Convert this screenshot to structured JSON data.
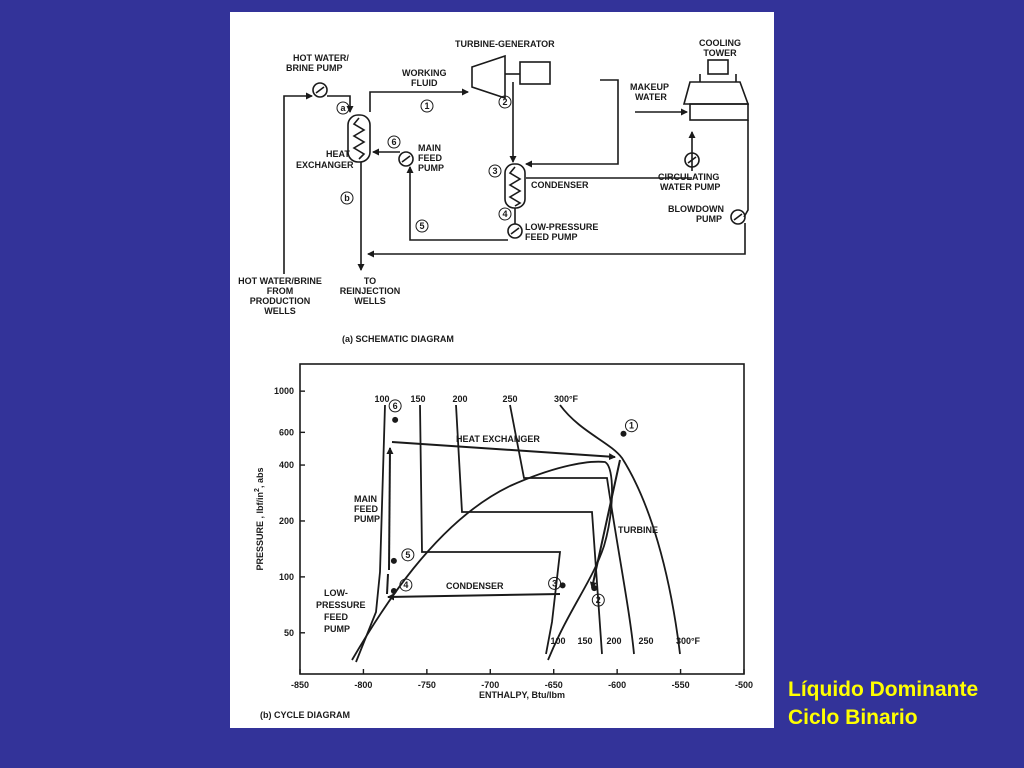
{
  "slide": {
    "caption_line1": "Líquido Dominante",
    "caption_line2": "Ciclo Binario",
    "background": "#333399",
    "caption_color": "#ffff00"
  },
  "schematic": {
    "caption": "(a)   SCHEMATIC DIAGRAM",
    "turbine_generator": "TURBINE-GENERATOR",
    "cooling_tower_1": "COOLING",
    "cooling_tower_2": "TOWER",
    "makeup_water_1": "MAKEUP",
    "makeup_water_2": "WATER",
    "hot_water_pump_1": "HOT WATER/",
    "hot_water_pump_2": "BRINE PUMP",
    "working_fluid_1": "WORKING",
    "working_fluid_2": "FLUID",
    "heat_exchanger_1": "HEAT",
    "heat_exchanger_2": "EXCHANGER",
    "main_feed_pump_1": "MAIN",
    "main_feed_pump_2": "FEED",
    "main_feed_pump_3": "PUMP",
    "condenser": "CONDENSER",
    "circulating_pump_1": "CIRCULATING",
    "circulating_pump_2": "WATER PUMP",
    "blowdown_pump_1": "BLOWDOWN",
    "blowdown_pump_2": "PUMP",
    "lp_feed_pump_1": "LOW-PRESSURE",
    "lp_feed_pump_2": "FEED PUMP",
    "source_1": "HOT WATER/BRINE",
    "source_2": "FROM",
    "source_3": "PRODUCTION",
    "source_4": "WELLS",
    "reinjection_1": "TO",
    "reinjection_2": "REINJECTION",
    "reinjection_3": "WELLS",
    "markers": {
      "a": "a",
      "b": "b",
      "s1": "1",
      "s2": "2",
      "s3": "3",
      "s4": "4",
      "s5": "5",
      "s6": "6"
    }
  },
  "cycle": {
    "caption": "(b)   CYCLE DIAGRAM",
    "xlabel": "ENTHALPY, Btu/lbm",
    "ylabel_part1": "PRESSURE , lbf/in",
    "ylabel_sup": "2",
    "ylabel_part2": ", abs",
    "x_ticks": [
      -850,
      -800,
      -750,
      -700,
      -650,
      -600,
      -550,
      -500
    ],
    "y_ticks": [
      50,
      100,
      200,
      400,
      600,
      1000
    ],
    "xlim": [
      -850,
      -500
    ],
    "ylim": [
      30,
      1400
    ],
    "y_scale": "log",
    "isotherm_top_labels": [
      "100",
      "150",
      "200",
      "250",
      "300°F"
    ],
    "isotherm_bottom_labels": [
      "100",
      "150",
      "200",
      "250",
      "300°F"
    ],
    "heat_exchanger": "HEAT EXCHANGER",
    "main_feed_pump_1": "MAIN",
    "main_feed_pump_2": "FEED",
    "main_feed_pump_3": "PUMP",
    "turbine": "TURBINE",
    "condenser": "CONDENSER",
    "lp_pump_1": "LOW-",
    "lp_pump_2": "PRESSURE",
    "lp_pump_3": "FEED",
    "lp_pump_4": "PUMP",
    "states": [
      {
        "id": "1",
        "h": -595,
        "p": 590
      },
      {
        "id": "2",
        "h": -618,
        "p": 87
      },
      {
        "id": "3",
        "h": -643,
        "p": 90
      },
      {
        "id": "4",
        "h": -776,
        "p": 84
      },
      {
        "id": "5",
        "h": -776,
        "p": 122
      },
      {
        "id": "6",
        "h": -775,
        "p": 700
      }
    ]
  }
}
